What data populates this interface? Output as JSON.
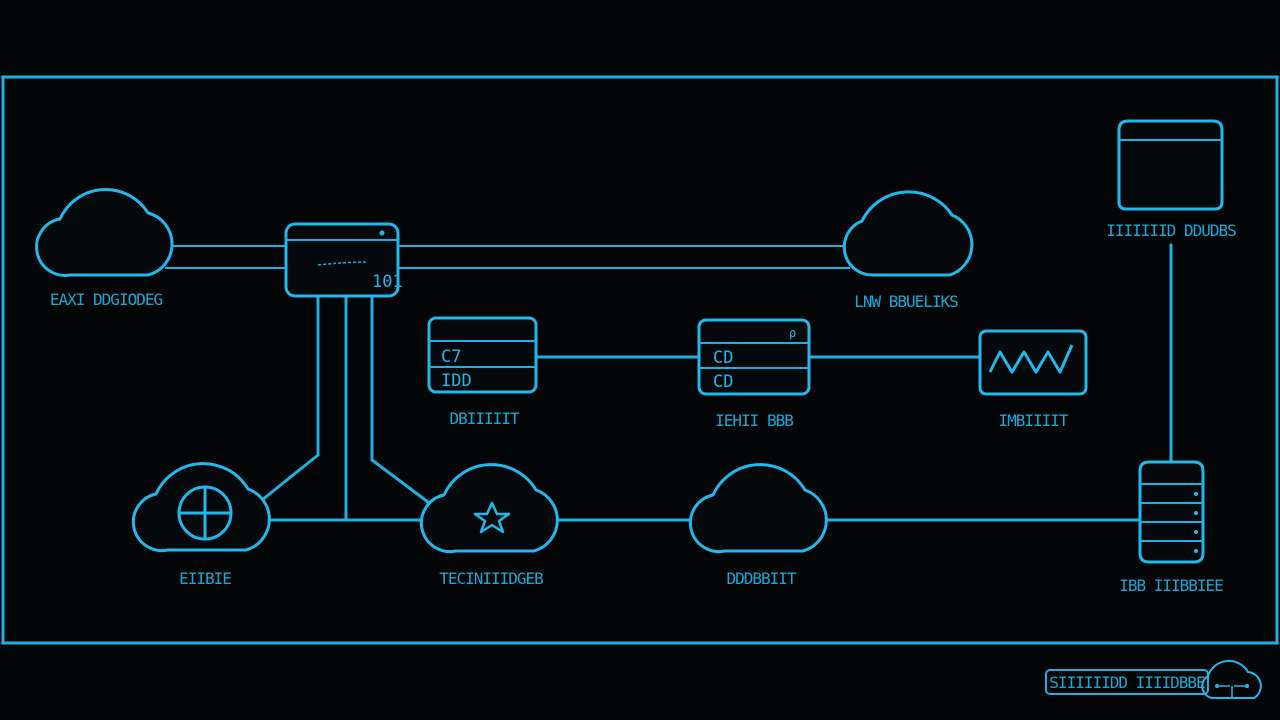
{
  "diagram": {
    "nodes": {
      "cloud_left": {
        "label": "EAXI DDGIODEG",
        "icon": "cloud-icon"
      },
      "server_top": {
        "label": "",
        "glyph": "101",
        "icon": "server-icon"
      },
      "cloud_top_right": {
        "label": "LNW BBUELIKS",
        "icon": "cloud-icon"
      },
      "db_top_right": {
        "label": "IIIIIIID DDUDBS",
        "icon": "database-icon"
      },
      "panel_a": {
        "label": "DBIIIIIT",
        "lines": [
          "C7",
          "IDD"
        ],
        "icon": "panel-icon"
      },
      "panel_b": {
        "label": "IEHII BBB",
        "lines": [
          "CD",
          "CD"
        ],
        "icon": "panel-icon"
      },
      "monitor": {
        "label": "IMBIIIIT",
        "icon": "waveform-icon"
      },
      "cloud_bl": {
        "label": "EIIBIE",
        "icon": "globe-cloud-icon"
      },
      "cloud_bm": {
        "label": "TECINIIIDGEB",
        "icon": "star-cloud-icon"
      },
      "cloud_br": {
        "label": "DDDBBIIT",
        "icon": "cloud-icon"
      },
      "db_stack": {
        "label": "IBB IIIBBIEE",
        "icon": "database-stack-icon"
      }
    },
    "footer": {
      "label": "SIIIIIIDD IIIIDBBE",
      "icon": "cloud-network-icon"
    }
  }
}
